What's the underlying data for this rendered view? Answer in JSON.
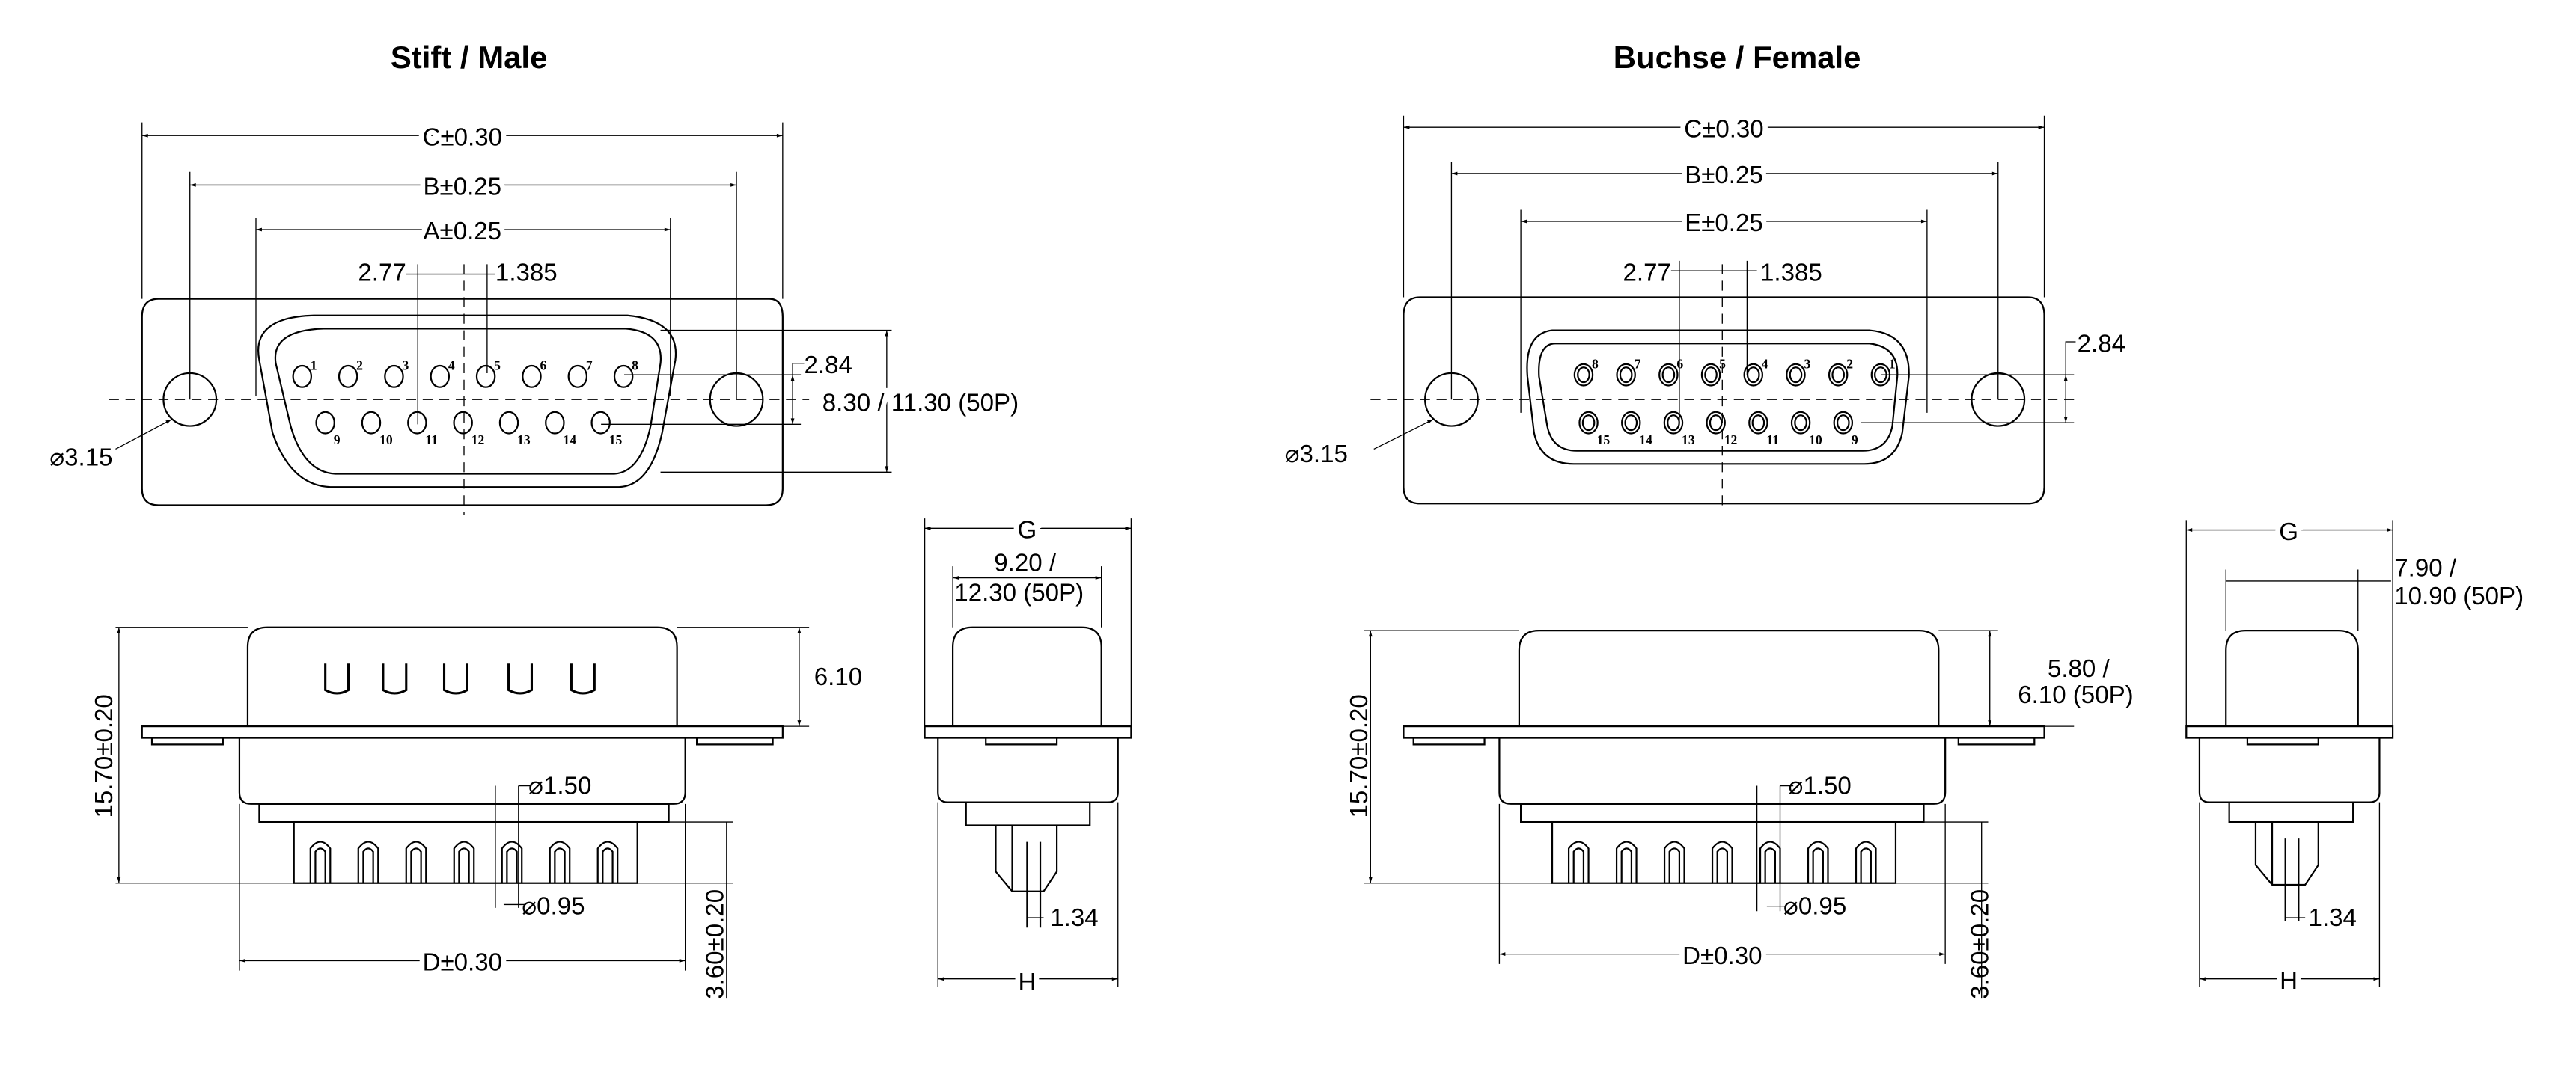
{
  "male": {
    "title": "Stift / Male",
    "dim_c": "C±0.30",
    "dim_b": "B±0.25",
    "dim_a": "A±0.25",
    "pitch": "2.77",
    "half_pitch": "1.385",
    "row_gap": "2.84",
    "row_height": "8.30 / 11.30 (50P)",
    "hole": "⌀3.15",
    "height_total": "15.70±0.20",
    "shell_height": "6.10",
    "tail_dia": "⌀1.50",
    "pin_dia": "⌀0.95",
    "dim_d": "D±0.30",
    "tail_len": "3.60±0.20",
    "dim_g": "G",
    "shell_depth_1": "9.20 /",
    "shell_depth_2": "12.30 (50P)",
    "pin_off": "1.34",
    "dim_h": "H",
    "pins_top": [
      "1",
      "2",
      "3",
      "4",
      "5",
      "6",
      "7",
      "8"
    ],
    "pins_bottom": [
      "9",
      "10",
      "11",
      "12",
      "13",
      "14",
      "15"
    ]
  },
  "female": {
    "title": "Buchse / Female",
    "dim_c": "C±0.30",
    "dim_b": "B±0.25",
    "dim_e": "E±0.25",
    "pitch": "2.77",
    "half_pitch": "1.385",
    "row_gap": "2.84",
    "hole": "⌀3.15",
    "height_total": "15.70±0.20",
    "shell_height_1": "5.80 /",
    "shell_height_2": "6.10 (50P)",
    "tail_dia": "⌀1.50",
    "pin_dia": "⌀0.95",
    "dim_d": "D±0.30",
    "tail_len": "3.60±0.20",
    "dim_g": "G",
    "shell_depth_1": "7.90 /",
    "shell_depth_2": "10.90 (50P)",
    "pin_off": "1.34",
    "dim_h": "H",
    "pins_top": [
      "8",
      "7",
      "6",
      "5",
      "4",
      "3",
      "2",
      "1"
    ],
    "pins_bottom": [
      "15",
      "14",
      "13",
      "12",
      "11",
      "10",
      "9"
    ]
  }
}
